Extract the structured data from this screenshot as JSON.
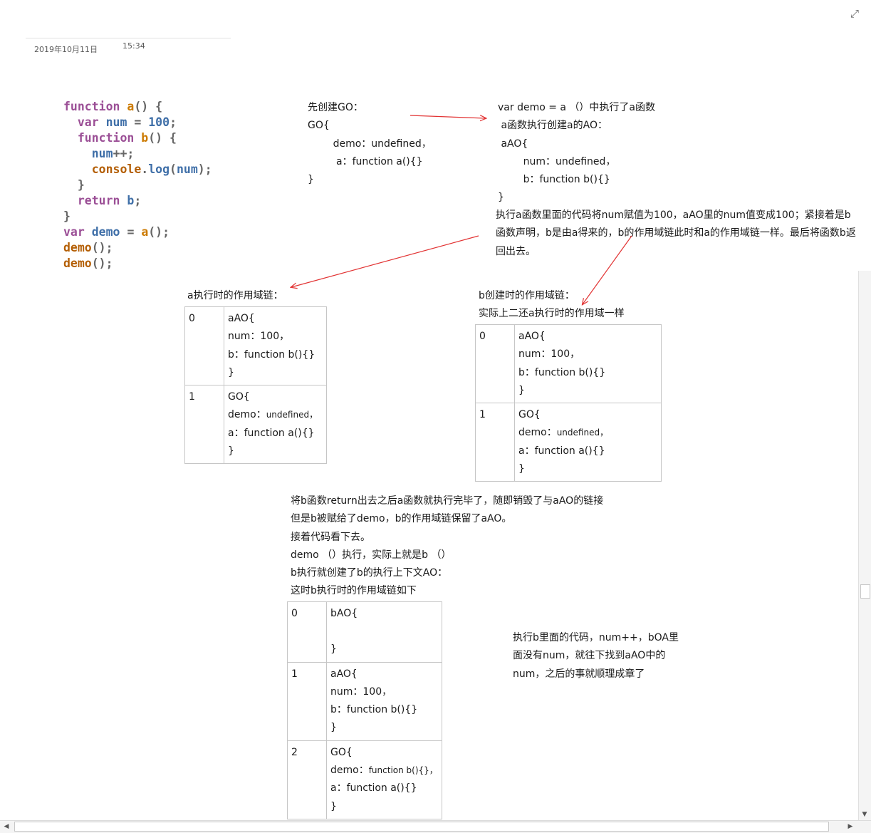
{
  "meta": {
    "date": "2019年10月11日",
    "time": "15:34"
  },
  "code": {
    "l1": [
      "function",
      "a",
      "() {"
    ],
    "l2": [
      "var",
      "num",
      "=",
      "100",
      ";"
    ],
    "l3": [
      "function",
      "b",
      "() {"
    ],
    "l4": [
      "num",
      "++;"
    ],
    "l5": [
      "console",
      ".",
      "log",
      "(",
      "num",
      ");"
    ],
    "l6": "}",
    "l7": [
      "return",
      "b",
      ";"
    ],
    "l8": "}",
    "l9": [
      "var",
      "demo",
      "=",
      "a",
      "();"
    ],
    "l10": [
      "demo",
      "();"
    ],
    "l11": [
      "demo",
      "();"
    ]
  },
  "go_note": "先创建GO：\nGO{\n        demo：undefined，\n         a：function a(){}\n}",
  "ao_note": "var demo = a （）中执行了a函数\n a函数执行创建a的AO：\n aAO{\n        num：undefined，\n        b：function b(){}\n}",
  "exec_note": "执行a函数里面的代码将num赋值为100，aAO里的num值变成100；紧接着是b函数声明，b是由a得来的，b的作用域链此时和a的作用域链一样。最后将函数b返回出去。",
  "table_a": {
    "title": "a执行时的作用域链：",
    "rows": [
      {
        "index": "0",
        "lines": [
          "aAO{",
          "num：100，",
          "b：function b(){}",
          "}"
        ]
      },
      {
        "index": "1",
        "lines": [
          "GO{",
          "demo：",
          "undefined，",
          "a：function a(){}",
          "}"
        ]
      }
    ]
  },
  "table_b": {
    "title1": "b创建时的作用域链：",
    "title2": "实际上二还a执行时的作用域一样",
    "rows": [
      {
        "index": "0",
        "lines": [
          "aAO{",
          "num：100，",
          "b：function b(){}",
          "}"
        ]
      },
      {
        "index": "1",
        "lines": [
          "GO{",
          "demo：",
          "undefined，",
          "a：function a(){}",
          "}"
        ]
      }
    ]
  },
  "mid_note": "将b函数return出去之后a函数就执行完毕了，随即销毁了与aAO的链接\n但是b被赋给了demo，b的作用域链保留了aAO。\n接着代码看下去。\ndemo （）执行，实际上就是b （）\nb执行就创建了b的执行上下文AO：\n这时b执行时的作用域链如下",
  "table_c": {
    "rows": [
      {
        "index": "0",
        "lines": [
          "bAO{",
          "",
          "}"
        ]
      },
      {
        "index": "1",
        "lines": [
          "aAO{",
          "num：100，",
          "b：function b(){}",
          "}"
        ]
      },
      {
        "index": "2",
        "lines": [
          "GO{",
          "demo：",
          "function b(){}，",
          "a：function a(){}",
          "}"
        ]
      }
    ]
  },
  "final_note": "执行b里面的代码，num++，bOA里\n面没有num，就往下找到aAO中的\nnum，之后的事就顺理成章了",
  "colors": {
    "arrow": "#e23333",
    "keyword": "#9b4f96",
    "function_name": "#cc7a00",
    "identifier": "#3f6fa8"
  },
  "icons": {
    "expand": "expand-icon"
  }
}
